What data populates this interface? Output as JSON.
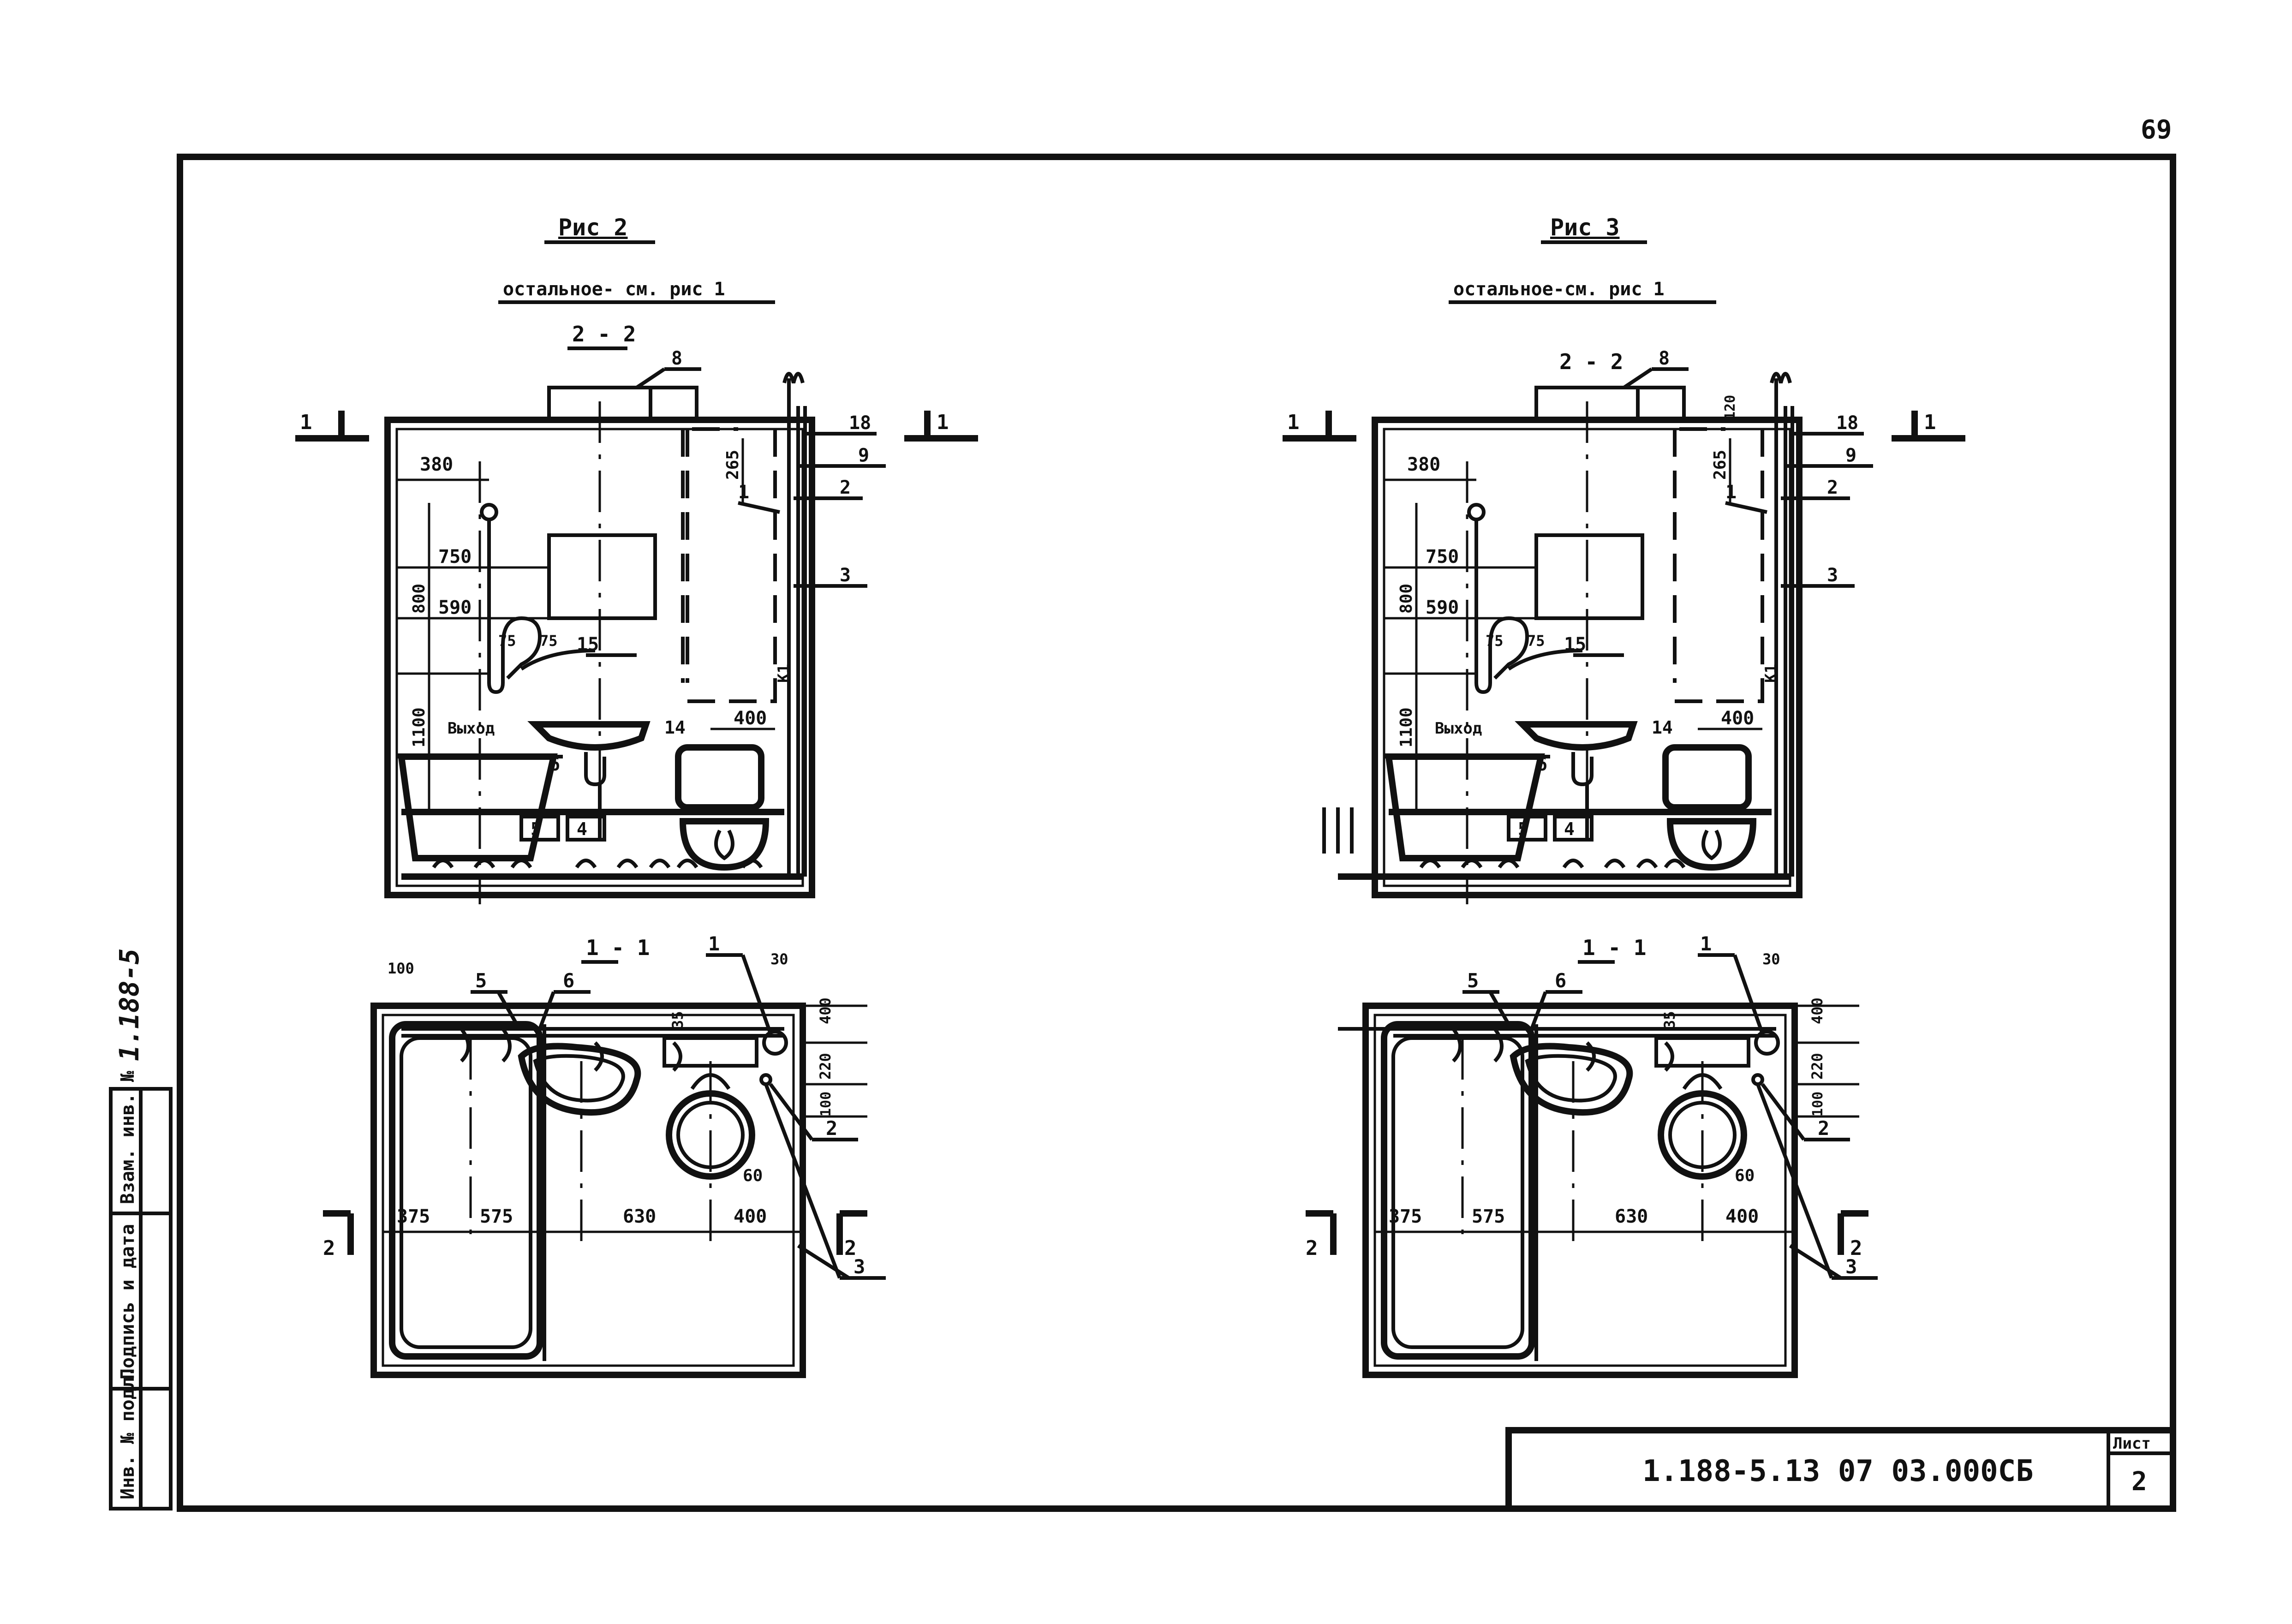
{
  "page_number": "69",
  "figures": [
    {
      "title": "Рис 2",
      "note": "остальное- см. рис 1",
      "section_label": "2 - 2",
      "plan_label": "1 - 1",
      "cut_marks": {
        "section": "1",
        "plan": "2"
      },
      "section_dims": {
        "d380": "380",
        "d750": "750",
        "d800": "800",
        "d590": "590",
        "d75a": "75",
        "d75b": "75",
        "d1100": "1100",
        "d400": "400",
        "d265": "265",
        "d200": ""
      },
      "section_labels": {
        "vyhod": "Выход",
        "l8": "8",
        "l18": "18",
        "l9": "9",
        "l2": "2",
        "l3": "3",
        "l1": "1",
        "l6": "6",
        "l5": "5",
        "l4": "4",
        "l14": "14",
        "l15": "15",
        "k1": "К1"
      },
      "plan_dims": {
        "d100": "100",
        "d375": "375",
        "d575": "575",
        "d630": "630",
        "d400": "400",
        "d35": "35",
        "d30": "30",
        "d60": "60",
        "d220": "220",
        "d100b": "100",
        "d400v": "400"
      },
      "plan_labels": {
        "l5": "5",
        "l6": "6",
        "l1": "1",
        "l2": "2",
        "l3": "3"
      }
    },
    {
      "title": "Рис 3",
      "note": "остальное-см. рис 1",
      "section_label": "2 - 2",
      "plan_label": "1 - 1",
      "cut_marks": {
        "section": "1",
        "plan": "2"
      },
      "section_dims": {
        "d380": "380",
        "d750": "750",
        "d800": "800",
        "d590": "590",
        "d75a": "75",
        "d75b": "75",
        "d1100": "1100",
        "d400": "400",
        "d265": "265",
        "d200": "120"
      },
      "section_labels": {
        "vyhod": "Выход",
        "l8": "8",
        "l18": "18",
        "l9": "9",
        "l2": "2",
        "l3": "3",
        "l1": "1",
        "l6": "6",
        "l5": "5",
        "l4": "4",
        "l14": "14",
        "l15": "15",
        "k1": "К1"
      },
      "plan_dims": {
        "d100": "",
        "d375": "375",
        "d575": "575",
        "d630": "630",
        "d400": "400",
        "d35": "35",
        "d30": "30",
        "d60": "60",
        "d220": "220",
        "d100b": "100",
        "d400v": "400"
      },
      "plan_labels": {
        "l5": "5",
        "l6": "6",
        "l1": "1",
        "l2": "2",
        "l3": "3"
      }
    }
  ],
  "left_margin": {
    "code": "1.188-5",
    "stamp_cells": [
      "Инв. № подл.",
      "Подпись и дата",
      "Взам. инв. №"
    ]
  },
  "title_block": {
    "doc_code": "1.188-5.13  07 03.000СБ",
    "sheet_label": "Лист",
    "sheet_number": "2"
  }
}
